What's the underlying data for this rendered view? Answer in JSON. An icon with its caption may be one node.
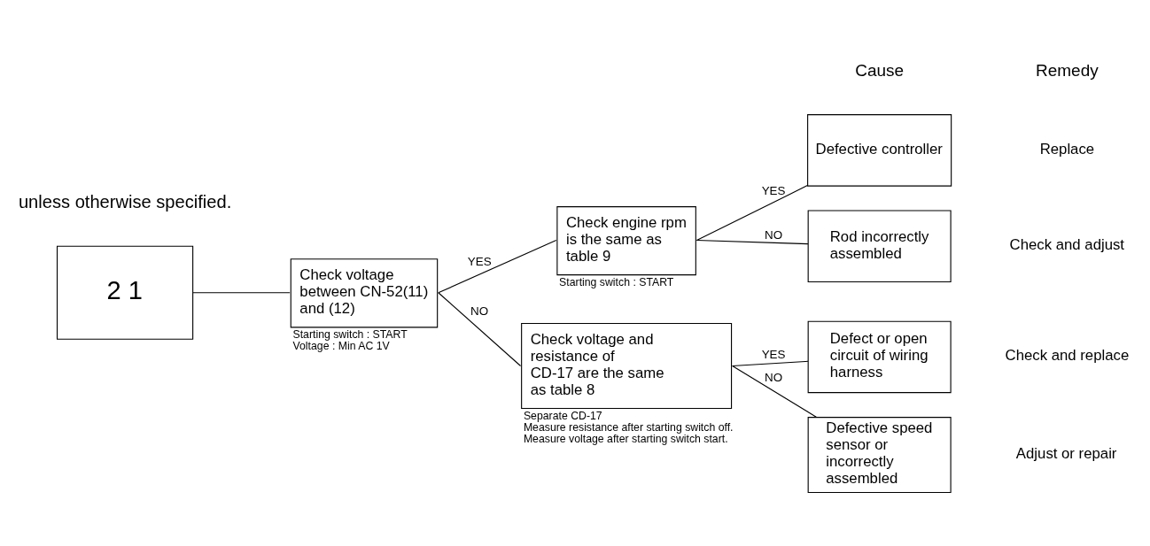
{
  "diagram": {
    "nodes": [
      {
        "text": [
          "2 1"
        ]
      },
      {
        "text": [
          "Check voltage between CN-52(11) and (12)"
        ],
        "beside": [
          "Starting switch : START",
          "Voltage : Min AC 1V"
        ]
      },
      {
        "text": [
          "Check engine rpm is the same as table 9"
        ],
        "beside": [
          "Starting switch : START"
        ]
      },
      {
        "text": [
          "Check voltage and resistance of CD-17 are the same as table 8"
        ],
        "beside": [
          "Separate CD-17",
          "Measure resistance after starting switch off.",
          "Measure voltage after starting switch start."
        ]
      },
      {
        "text": [
          "Defective controller"
        ]
      },
      {
        "text": [
          "Rod incorrectly assembled"
        ]
      },
      {
        "text": [
          "Defect or open circuit of wiring harness"
        ]
      },
      {
        "text": [
          "Defective speed sensor or incorrectly assembled"
        ]
      }
    ],
    "edges": [
      {
        "from": 0,
        "to": 1,
        "arrow": "none"
      },
      {
        "from": 1,
        "to": 2,
        "arrow": "none",
        "label": "YES"
      },
      {
        "from": 1,
        "to": 3,
        "arrow": "none",
        "label": "NO"
      },
      {
        "from": 2,
        "to": 4,
        "arrow": "none",
        "label": "YES"
      },
      {
        "from": 2,
        "to": 5,
        "arrow": "none",
        "label": "NO"
      },
      {
        "from": 3,
        "to": 6,
        "arrow": "none",
        "label": "YES"
      },
      {
        "from": 3,
        "to": 7,
        "arrow": "none",
        "label": "NO"
      }
    ],
    "labels": [
      "unless otherwise specified.",
      "Cause",
      "Remedy",
      "Replace",
      "Check and adjust",
      "Check and replace",
      "Adjust or repair"
    ]
  }
}
